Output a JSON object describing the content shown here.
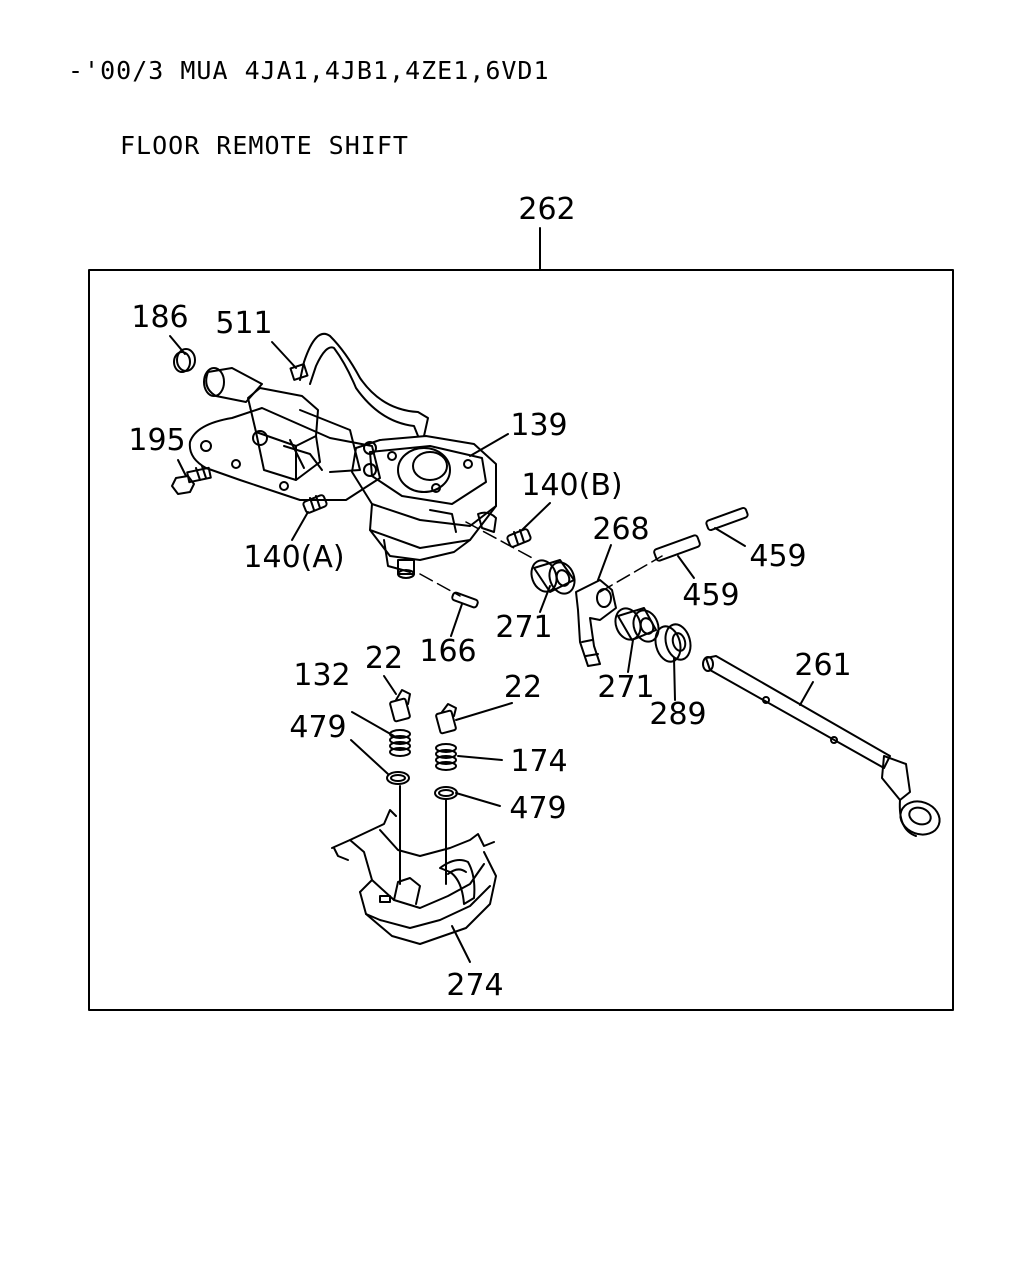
{
  "header": {
    "line1": "-'00/3 MUA 4JA1,4JB1,4ZE1,6VD1",
    "line2": "FLOOR REMOTE SHIFT"
  },
  "assembly_label": "262",
  "callouts": {
    "c186": "186",
    "c511": "511",
    "c195": "195",
    "c139": "139",
    "c140b": "140(B)",
    "c140a": "140(A)",
    "c268": "268",
    "c459a": "459",
    "c459b": "459",
    "c271a": "271",
    "c271b": "271",
    "c166": "166",
    "c261": "261",
    "c289": "289",
    "c22a": "22",
    "c22b": "22",
    "c132": "132",
    "c479a": "479",
    "c479b": "479",
    "c174": "174",
    "c274": "274"
  }
}
